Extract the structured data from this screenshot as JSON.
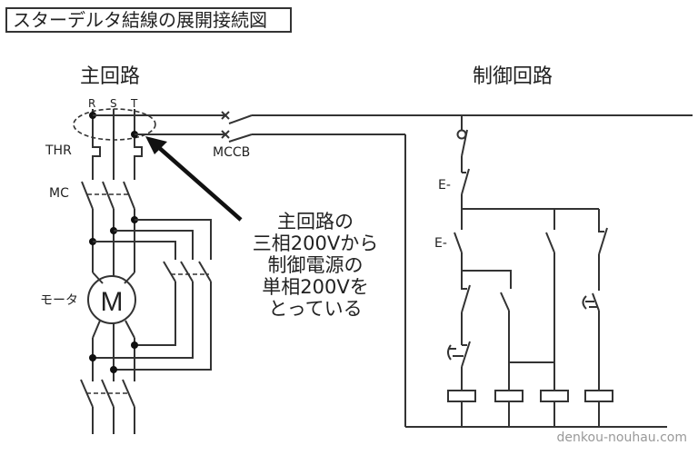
{
  "title": "スターデルタ結線の展開接続図",
  "main_circuit": {
    "heading": "主回路",
    "phases": [
      "R",
      "S",
      "T"
    ],
    "thr_label": "THR",
    "mc_label": "MC",
    "motor_label": "モータ",
    "motor_symbol": "M",
    "mccb_label": "MCCB"
  },
  "control_circuit": {
    "heading": "制御回路",
    "e_label_1": "E-",
    "e_label_2": "E-"
  },
  "callout": {
    "lines": [
      "主回路の",
      "三相200Vから",
      "制御電源の",
      "単相200Vを",
      "とっている"
    ]
  },
  "watermark": "denkou-nouhau.com"
}
